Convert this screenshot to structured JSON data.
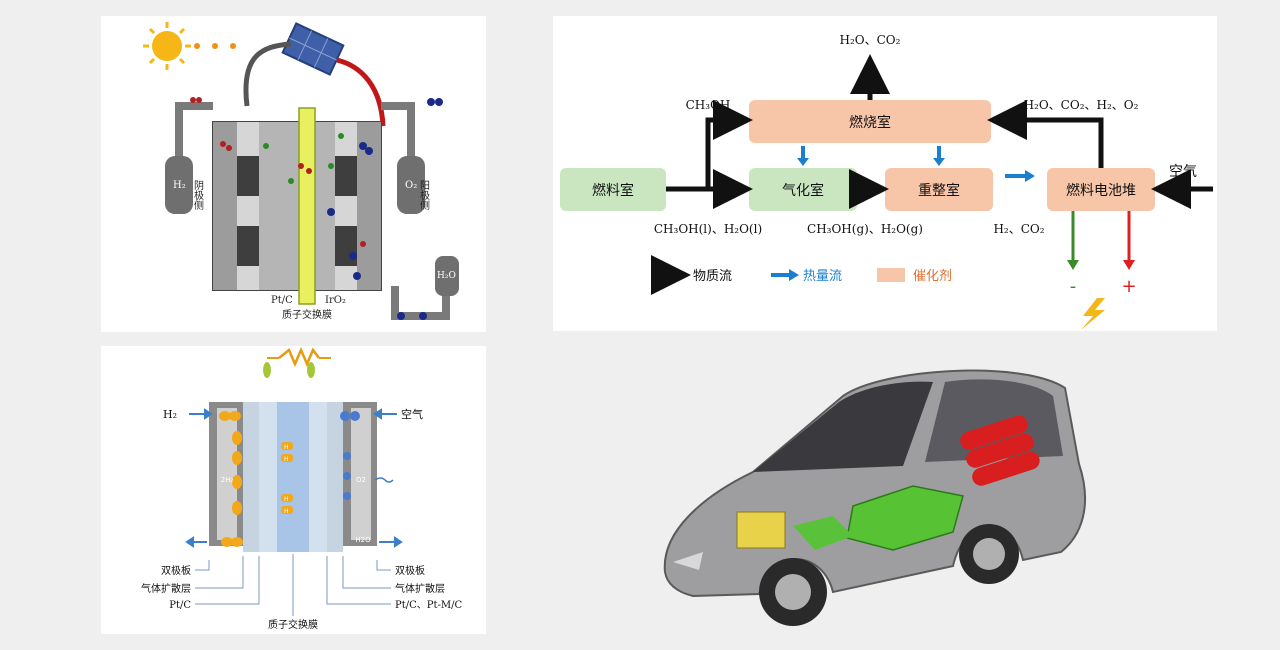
{
  "electrolyzer": {
    "cathode_side": "阴极侧",
    "anode_side": "阳极侧",
    "h2_tank": "H₂",
    "o2_tank": "O₂",
    "h2o_tank": "H₂O",
    "ptc": "Pt/C",
    "iro2": "IrO₂",
    "membrane": "质子交换膜"
  },
  "flow": {
    "top_out": "H₂O、CO₂",
    "methanol": "CH₃OH",
    "combustion": "燃烧室",
    "recycle": "H₂O、CO₂、H₂、O₂",
    "fuel": "燃料室",
    "vaporizer": "气化室",
    "reformer": "重整室",
    "stack": "燃料电池堆",
    "air": "空气",
    "liquid": "CH₃OH(l)、H₂O(l)",
    "gas": "CH₃OH(g)、H₂O(g)",
    "h2co2": "H₂、CO₂",
    "minus": "-",
    "plus": "+",
    "legend_mass": "物质流",
    "legend_heat": "热量流",
    "legend_cat": "催化剂",
    "colors": {
      "box_green": "#c9e6c0",
      "box_peach": "#f7c5a8",
      "heat": "#1a7fd1",
      "neg": "#3a8a2a",
      "pos": "#e02020"
    }
  },
  "pemfc": {
    "h2": "H₂",
    "air": "空气",
    "left_label": "2H₂",
    "right_label": "O2",
    "h2o": "H2O",
    "bipolar_l": "双极板",
    "gdl_l": "气体扩散层",
    "ptc": "Pt/C",
    "membrane": "质子交换膜",
    "bipolar_r": "双极板",
    "gdl_r": "气体扩散层",
    "ptc_r": "Pt/C、Pt-M/C",
    "proton": "H"
  }
}
